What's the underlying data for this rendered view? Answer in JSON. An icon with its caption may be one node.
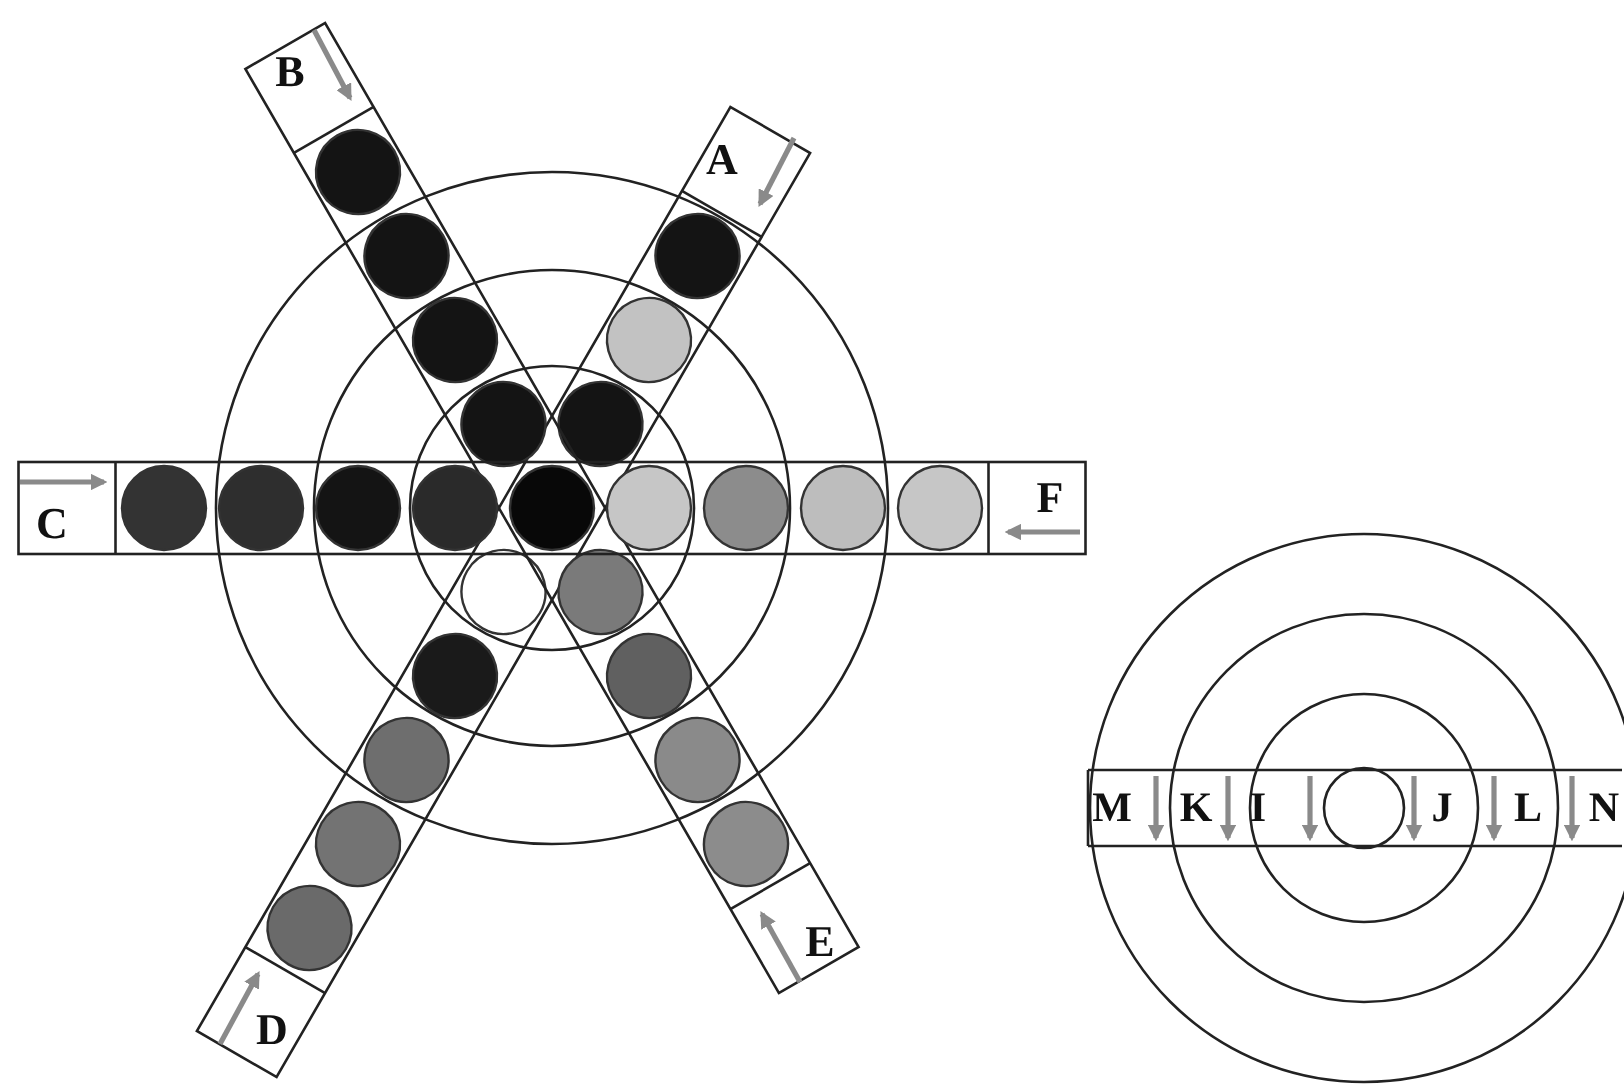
{
  "diagram": {
    "labels": [
      "B",
      "A",
      "C",
      "F",
      "M",
      "K",
      "I",
      "J",
      "L",
      "N",
      "E",
      "D"
    ]
  }
}
